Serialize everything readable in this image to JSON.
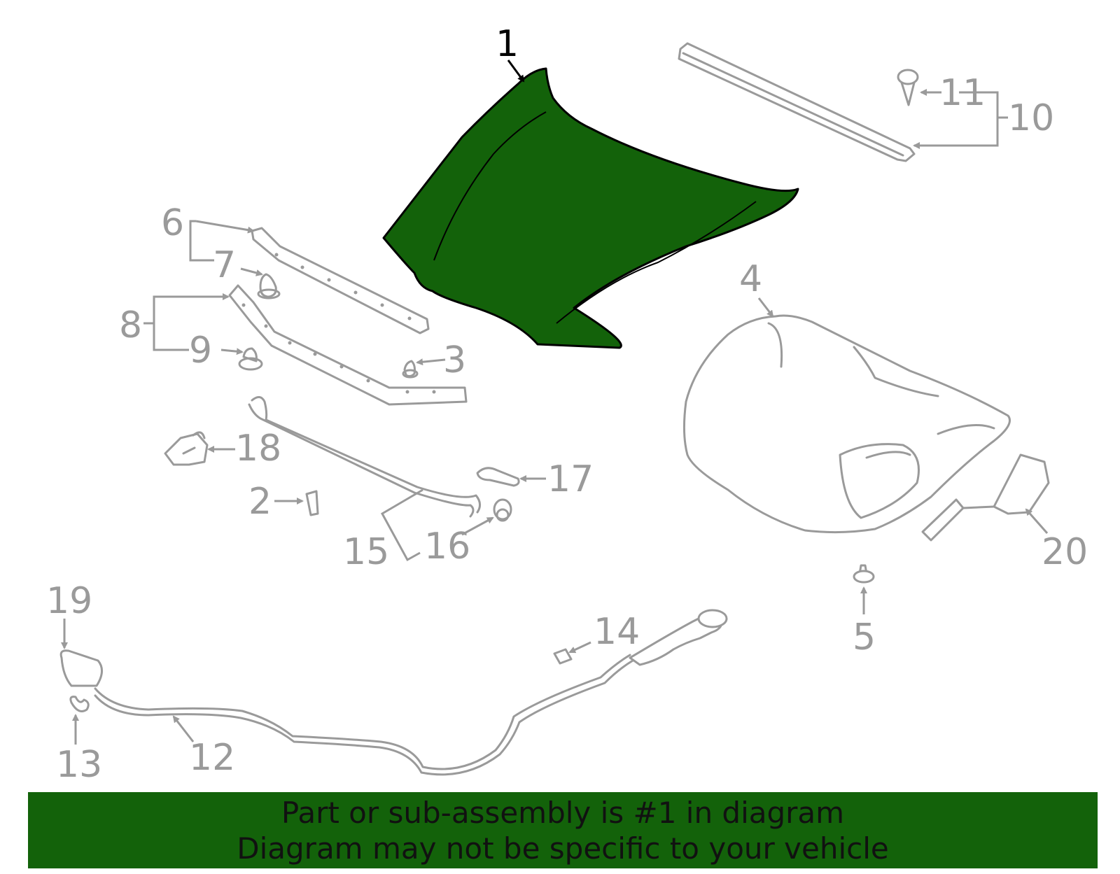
{
  "colors": {
    "highlight_part": "#13620a",
    "other_parts": "#9a9a9a",
    "banner_background": "#13620a",
    "banner_text": "#111111"
  },
  "callouts": [
    {
      "id": "1",
      "label": "1",
      "highlighted": true
    },
    {
      "id": "2",
      "label": "2"
    },
    {
      "id": "3",
      "label": "3"
    },
    {
      "id": "4",
      "label": "4"
    },
    {
      "id": "5",
      "label": "5"
    },
    {
      "id": "6",
      "label": "6"
    },
    {
      "id": "7",
      "label": "7"
    },
    {
      "id": "8",
      "label": "8"
    },
    {
      "id": "9",
      "label": "9"
    },
    {
      "id": "10",
      "label": "10"
    },
    {
      "id": "11",
      "label": "11"
    },
    {
      "id": "12",
      "label": "12"
    },
    {
      "id": "13",
      "label": "13"
    },
    {
      "id": "14",
      "label": "14"
    },
    {
      "id": "15",
      "label": "15"
    },
    {
      "id": "16",
      "label": "16"
    },
    {
      "id": "17",
      "label": "17"
    },
    {
      "id": "18",
      "label": "18"
    },
    {
      "id": "19",
      "label": "19"
    },
    {
      "id": "20",
      "label": "20"
    }
  ],
  "banner": {
    "line1": "Part or sub-assembly is #1 in diagram",
    "line2": "Diagram may not be specific to your vehicle"
  }
}
